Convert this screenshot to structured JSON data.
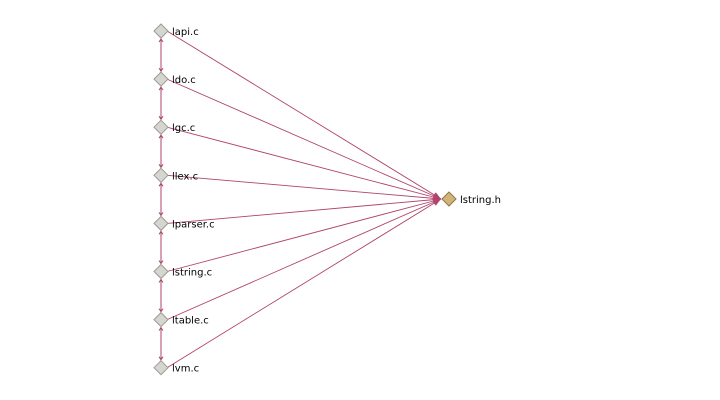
{
  "diagram": {
    "type": "include-dependency-graph",
    "colors": {
      "edge": "#b0446b",
      "source_node_fill": "#d6d6d0",
      "source_node_stroke": "#9a9a94",
      "target_node_fill": "#d2b47a",
      "target_node_stroke": "#8e7846",
      "label": "#000000"
    },
    "target": {
      "label": "lstring.h",
      "icon": "diamond-icon"
    },
    "sources": [
      {
        "label": "lapi.c",
        "icon": "diamond-icon"
      },
      {
        "label": "ldo.c",
        "icon": "diamond-icon"
      },
      {
        "label": "lgc.c",
        "icon": "diamond-icon"
      },
      {
        "label": "llex.c",
        "icon": "diamond-icon"
      },
      {
        "label": "lparser.c",
        "icon": "diamond-icon"
      },
      {
        "label": "lstring.c",
        "icon": "diamond-icon"
      },
      {
        "label": "ltable.c",
        "icon": "diamond-icon"
      },
      {
        "label": "lvm.c",
        "icon": "diamond-icon"
      }
    ]
  }
}
